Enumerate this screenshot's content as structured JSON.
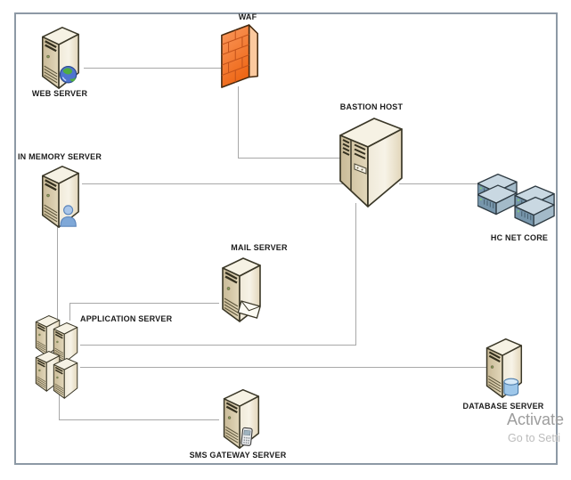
{
  "window": {
    "background": "#ffffff"
  },
  "diagram": {
    "type": "network-architecture",
    "frame_border_color": "#8d99a5",
    "connector_color": "#a8a8a8",
    "nodes": {
      "web_server": {
        "label": "WEB SERVER",
        "icon": "tower-server-globe"
      },
      "waf": {
        "label": "WAF",
        "icon": "firewall-brick-wall"
      },
      "bastion_host": {
        "label": "BASTION HOST",
        "icon": "large-tower-server"
      },
      "hc_net_core": {
        "label": "HC NET CORE",
        "icon": "rack-server-stack"
      },
      "in_memory_server": {
        "label": "IN MEMORY SERVER",
        "icon": "tower-server-user"
      },
      "mail_server": {
        "label": "MAIL SERVER",
        "icon": "tower-server-envelope"
      },
      "application_server": {
        "label": "APPLICATION SERVER",
        "icon": "tower-server-cluster"
      },
      "sms_gateway_server": {
        "label": "SMS GATEWAY SERVER",
        "icon": "tower-server-phone"
      },
      "database_server": {
        "label": "DATABASE SERVER",
        "icon": "tower-server-database"
      }
    },
    "connections": [
      {
        "from": "WEB SERVER",
        "to": "WAF"
      },
      {
        "from": "WAF",
        "to": "BASTION HOST"
      },
      {
        "from": "IN MEMORY SERVER",
        "to": "BASTION HOST"
      },
      {
        "from": "BASTION HOST",
        "to": "HC NET CORE"
      },
      {
        "from": "BASTION HOST",
        "to": "APPLICATION SERVER"
      },
      {
        "from": "IN MEMORY SERVER",
        "to": "APPLICATION SERVER"
      },
      {
        "from": "APPLICATION SERVER",
        "to": "MAIL SERVER"
      },
      {
        "from": "APPLICATION SERVER",
        "to": "DATABASE SERVER"
      },
      {
        "from": "APPLICATION SERVER",
        "to": "SMS GATEWAY SERVER"
      }
    ],
    "palette": {
      "server_body": "#e7ddc4",
      "server_side": "#f3eedf",
      "server_outline": "#3a3727",
      "firewall_orange": "#f37b2e",
      "rack_blue": "#7796ac",
      "badge_blue": "#7fa8d8",
      "database_cylinder": "#9ec7ea"
    }
  },
  "watermark": {
    "line1": "Activate",
    "line2": "Go to Setti",
    "color": "#9d9d9d"
  }
}
